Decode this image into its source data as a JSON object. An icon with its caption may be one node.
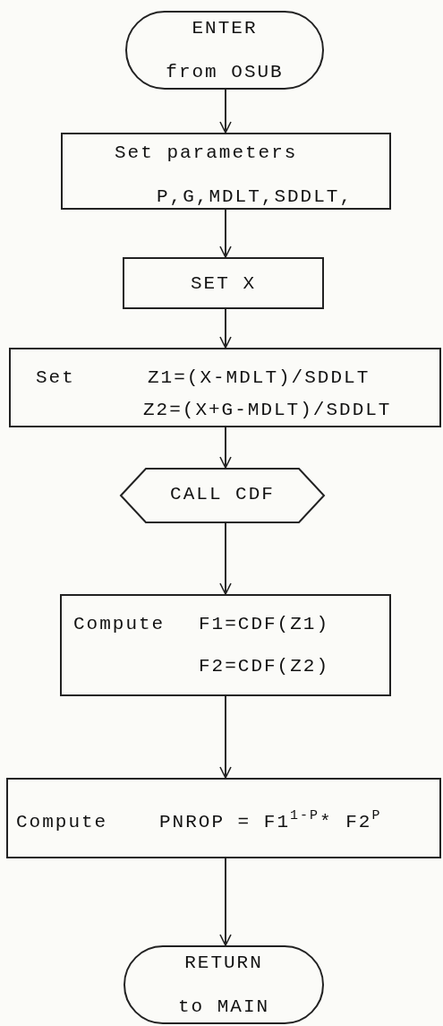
{
  "diagram": {
    "nodes": [
      {
        "text": [
          "ENTER",
          "from OSUB"
        ]
      },
      {
        "text": [
          "Set parameters",
          "P,G,MDLT,SDDLT,"
        ]
      },
      {
        "text": [
          "SET X"
        ]
      },
      {
        "text": [
          "Set",
          "Z1=(X-MDLT)/SDDLT",
          "Z2=(X+G-MDLT)/SDDLT"
        ]
      },
      {
        "text": [
          "CALL CDF"
        ]
      },
      {
        "text": [
          "Compute",
          "F1=CDF(Z1)",
          "F2=CDF(Z2)"
        ]
      },
      {
        "text": [
          "Compute",
          "PNROP = F1$^{1-P}$* F2$^{P}$"
        ]
      },
      {
        "text": [
          "RETURN",
          "to MAIN"
        ]
      }
    ],
    "edges": [
      {
        "from": 0,
        "to": 1,
        "arrow": "to"
      },
      {
        "from": 1,
        "to": 2,
        "arrow": "to"
      },
      {
        "from": 2,
        "to": 3,
        "arrow": "to"
      },
      {
        "from": 3,
        "to": 4,
        "arrow": "to"
      },
      {
        "from": 4,
        "to": 5,
        "arrow": "to"
      },
      {
        "from": 5,
        "to": 6,
        "arrow": "to"
      },
      {
        "from": 6,
        "to": 7,
        "arrow": "to"
      }
    ]
  }
}
